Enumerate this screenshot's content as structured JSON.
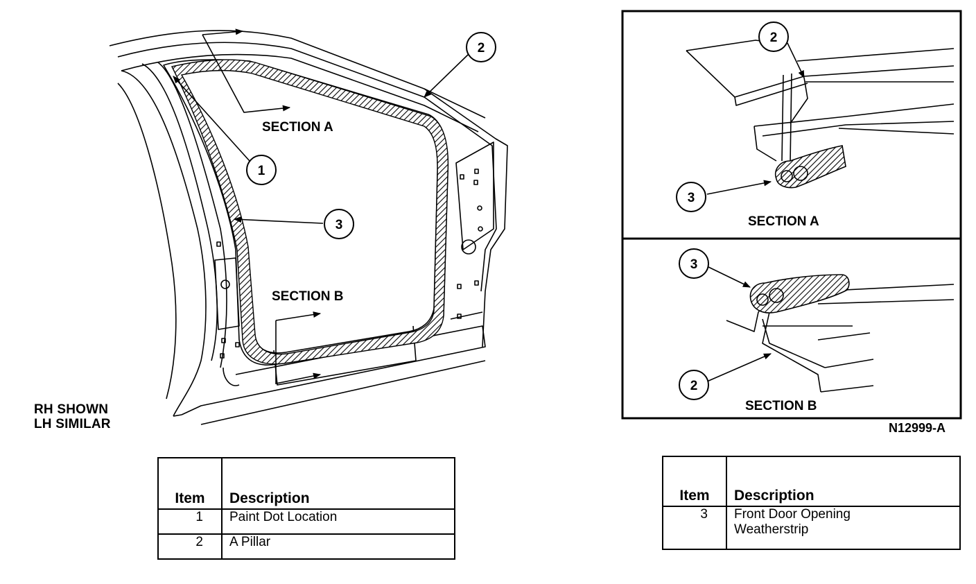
{
  "figure_id": "N12999-A",
  "note": {
    "line1": "RH SHOWN",
    "line2": "LH SIMILAR"
  },
  "main_view": {
    "section_a_label": "SECTION A",
    "section_b_label": "SECTION B",
    "callouts": [
      "1",
      "2",
      "3"
    ]
  },
  "detail_a": {
    "label": "SECTION A",
    "callouts": [
      "2",
      "3"
    ]
  },
  "detail_b": {
    "label": "SECTION B",
    "callouts": [
      "3",
      "2"
    ]
  },
  "table_left": {
    "headers": {
      "item": "Item",
      "description": "Description"
    },
    "rows": [
      {
        "item": "1",
        "description": "Paint Dot Location"
      },
      {
        "item": "2",
        "description": "A Pillar"
      }
    ]
  },
  "table_right": {
    "headers": {
      "item": "Item",
      "description": "Description"
    },
    "rows": [
      {
        "item": "3",
        "description_line1": "Front Door Opening",
        "description_line2": "Weatherstrip"
      }
    ]
  }
}
